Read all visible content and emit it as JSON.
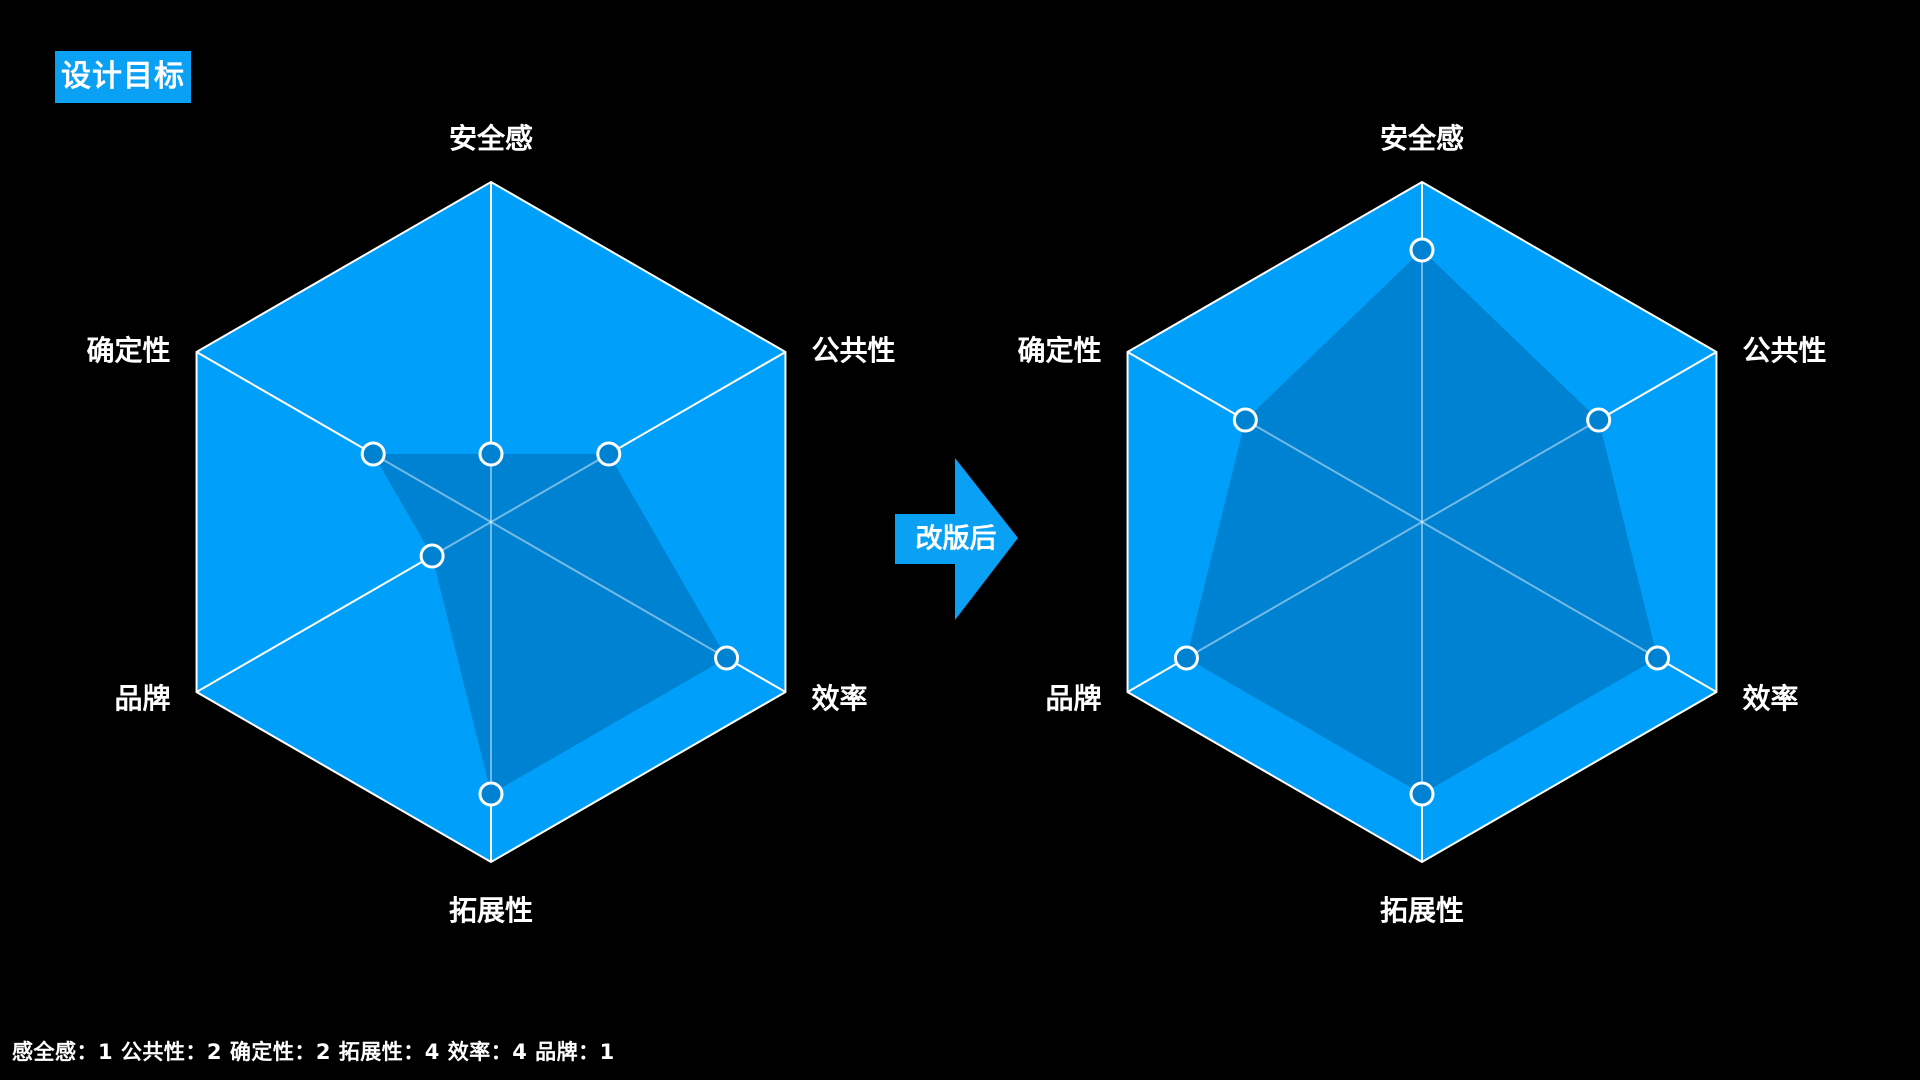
{
  "header": {
    "title": "设计目标"
  },
  "arrow": {
    "label": "改版后"
  },
  "footer": {
    "text": "感全感：1  公共性：2  确定性：2  拓展性：4  效率：4  品牌：1"
  },
  "colors": {
    "background": "#000000",
    "hexagon_fill": "#00a0fa",
    "data_fill": "#0082d2",
    "accent": "#0aa0f4",
    "line": "#ffffff"
  },
  "chart_data": [
    {
      "type": "radar",
      "title": "",
      "axes": [
        "安全感",
        "公共性",
        "效率",
        "拓展性",
        "品牌",
        "确定性"
      ],
      "max": 5,
      "series": [
        {
          "values": [
            1,
            2,
            4,
            4,
            1,
            2
          ]
        }
      ]
    },
    {
      "type": "radar",
      "title": "",
      "axes": [
        "安全感",
        "公共性",
        "效率",
        "拓展性",
        "品牌",
        "确定性"
      ],
      "max": 5,
      "series": [
        {
          "values": [
            4,
            3,
            4,
            4,
            4,
            3
          ]
        }
      ]
    }
  ]
}
